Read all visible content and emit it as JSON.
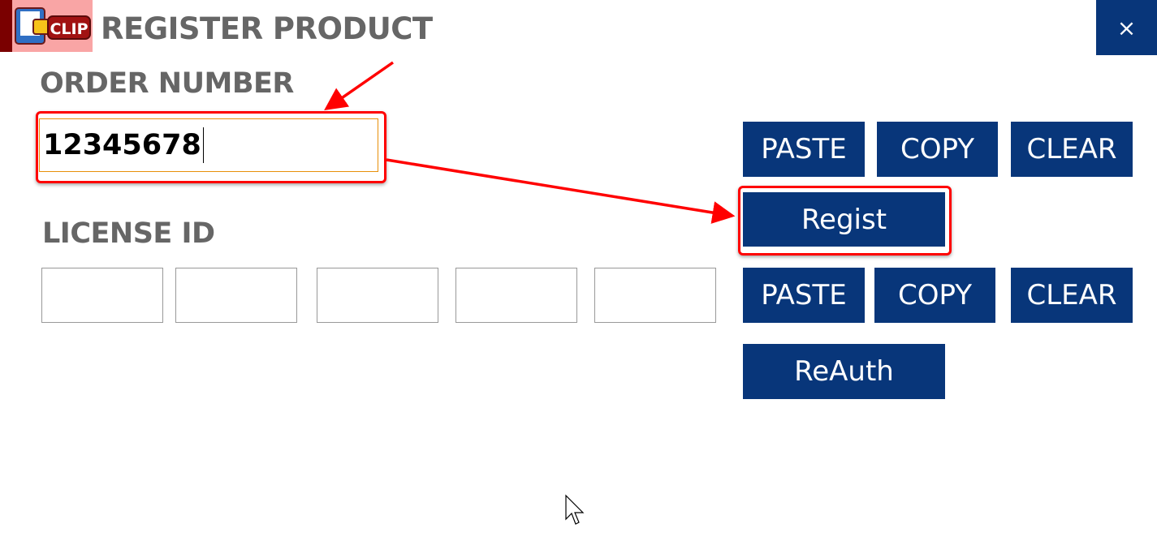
{
  "window": {
    "title": "REGISTER PRODUCT",
    "logo_text": "CLIP",
    "close_label": "×"
  },
  "order": {
    "label": "ORDER NUMBER",
    "value": "12345678",
    "buttons": {
      "paste": "PASTE",
      "copy": "COPY",
      "clear": "CLEAR"
    },
    "regist_label": "Regist"
  },
  "license": {
    "label": "LICENSE ID",
    "fields": [
      "",
      "",
      "",
      "",
      ""
    ],
    "buttons": {
      "paste": "PASTE",
      "copy": "COPY",
      "clear": "CLEAR"
    },
    "reauth_label": "ReAuth"
  },
  "colors": {
    "button": "#08367a",
    "annotation": "#ff0000",
    "label": "#666666"
  }
}
